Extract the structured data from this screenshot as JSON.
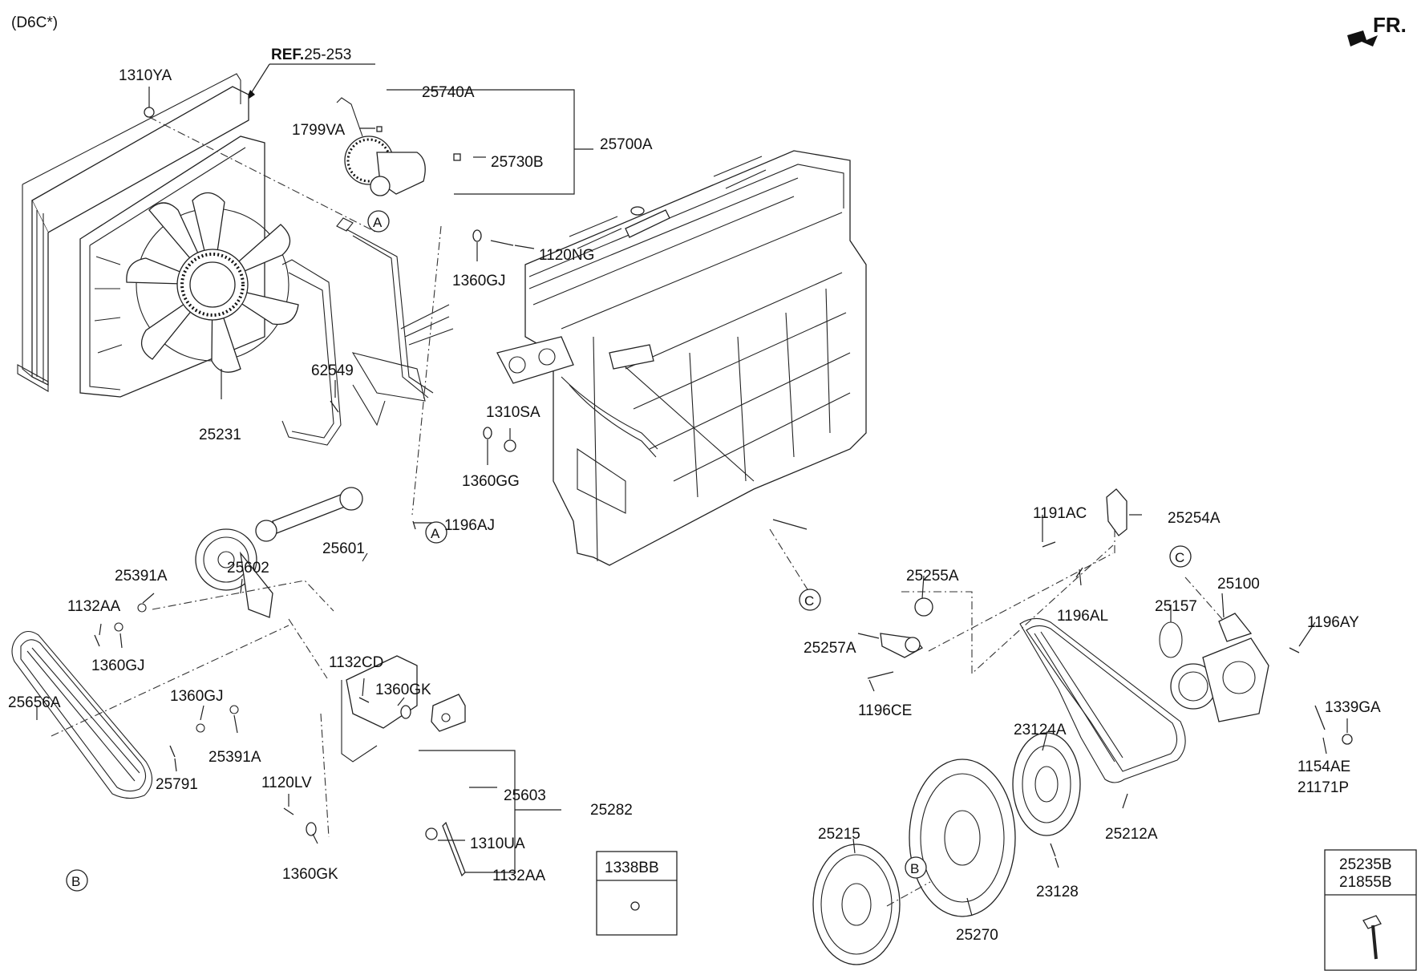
{
  "header": {
    "model_code": "(D6C*)",
    "front_indicator": "FR.",
    "reference_prefix": "REF.",
    "reference_number": "25-253"
  },
  "callouts": {
    "a": "A",
    "b": "B",
    "c": "C"
  },
  "parts": {
    "p1310YA": "1310YA",
    "p25740A": "25740A",
    "p1799VA": "1799VA",
    "p25730B": "25730B",
    "p25700A": "25700A",
    "p1120NG": "1120NG",
    "p1360GJ_top": "1360GJ",
    "p62549": "62549",
    "p1310SA": "1310SA",
    "p1360GG": "1360GG",
    "p25231": "25231",
    "p1196AJ": "1196AJ",
    "p25601": "25601",
    "p25602": "25602",
    "p25391A_top": "25391A",
    "p1132AA_left": "1132AA",
    "p1360GJ_left": "1360GJ",
    "p1132CD": "1132CD",
    "p1360GK_top": "1360GK",
    "p1360GJ_mid": "1360GJ",
    "p25391A_mid": "25391A",
    "p25656A": "25656A",
    "p25791": "25791",
    "p1120LV": "1120LV",
    "p25603": "25603",
    "p25282": "25282",
    "p1310UA": "1310UA",
    "p1132AA_bottom": "1132AA",
    "p1360GK_bottom": "1360GK",
    "p1191AC": "1191AC",
    "p25254A": "25254A",
    "p25255A": "25255A",
    "p1196AL": "1196AL",
    "p25257A": "25257A",
    "p1196CE": "1196CE",
    "p25100": "25100",
    "p25157": "25157",
    "p1196AY": "1196AY",
    "p1339GA": "1339GA",
    "p1154AE": "1154AE",
    "p21171P": "21171P",
    "p23124A": "23124A",
    "p25212A": "25212A",
    "p25215": "25215",
    "p23128": "23128",
    "p25270": "25270"
  },
  "boxes": {
    "box1_label": "1338BB",
    "box2_label1": "25235B",
    "box2_label2": "21855B"
  }
}
